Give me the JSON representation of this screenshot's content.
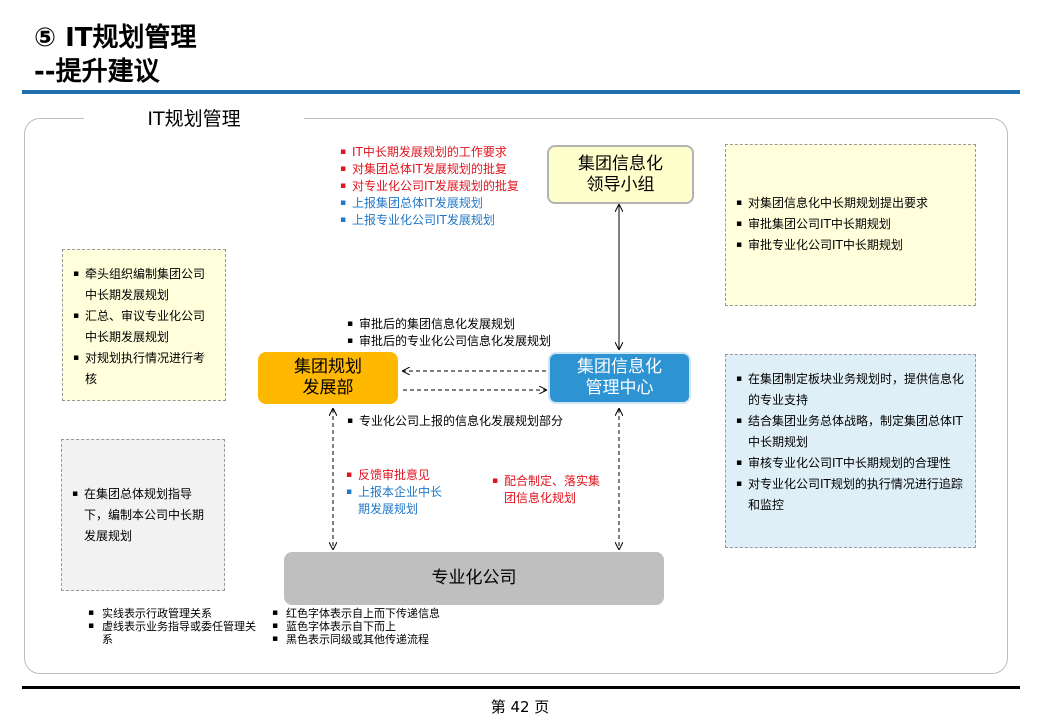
{
  "title": {
    "line1": "⑤ IT规划管理",
    "line2": "--提升建议"
  },
  "frame_title": "IT规划管理",
  "nodes": {
    "leadership": "集团信息化\n领导小组",
    "planning_dept": "集团规划\n发展部",
    "it_center": "集团信息化\n管理中心",
    "subsidiary": "专业化公司"
  },
  "top_flows": [
    {
      "text": "IT中长期发展规划的工作要求",
      "color": "red"
    },
    {
      "text": "对集团总体IT发展规划的批复",
      "color": "red"
    },
    {
      "text": "对专业化公司IT发展规划的批复",
      "color": "red"
    },
    {
      "text": "上报集团总体IT发展规划",
      "color": "blue"
    },
    {
      "text": "上报专业化公司IT发展规划",
      "color": "blue"
    }
  ],
  "approved_flows": [
    "审批后的集团信息化发展规划",
    "审批后的专业化公司信息化发展规划"
  ],
  "subsidiary_report": "专业化公司上报的信息化发展规划部分",
  "left_vertical_flows": [
    {
      "text": "反馈审批意见",
      "color": "red"
    },
    {
      "text": "上报本企业中长期发展规划",
      "color": "blue"
    }
  ],
  "right_vertical_flow": "配合制定、落实集团信息化规划",
  "notes": {
    "planning_dept": [
      "牵头组织编制集团公司中长期发展规划",
      "汇总、审议专业化公司中长期发展规划",
      "对规划执行情况进行考核"
    ],
    "subsidiary": [
      "在集团总体规划指导下，编制本公司中长期发展规划"
    ],
    "leadership": [
      "对集团信息化中长期规划提出要求",
      "审批集团公司IT中长期规划",
      "审批专业化公司IT中长期规划"
    ],
    "it_center": [
      "在集团制定板块业务规划时，提供信息化的专业支持",
      "结合集团业务总体战略，制定集团总体IT中长期规划",
      "审核专业化公司IT中长期规划的合理性",
      "对专业化公司IT规划的执行情况进行追踪和监控"
    ]
  },
  "legend": {
    "lines": [
      "实线表示行政管理关系",
      "虚线表示业务指导或委任管理关系"
    ],
    "colors": [
      "红色字体表示自上而下传递信息",
      "蓝色字体表示自下而上",
      "黑色表示同级或其他传递流程"
    ]
  },
  "footer": "第 42 页",
  "palette": {
    "leadership_fill": "#ffffcc",
    "leadership_border": "#b3b3b3",
    "planning_fill": "#ffb800",
    "it_center_fill": "#2e93d3",
    "subsidiary_fill": "#bfbfbf",
    "note_yellow": "#ffffdc",
    "note_blue": "#dfeff8",
    "note_gray": "#f2f2f2",
    "red_text": "#e0141e",
    "blue_text": "#1f77c7"
  }
}
